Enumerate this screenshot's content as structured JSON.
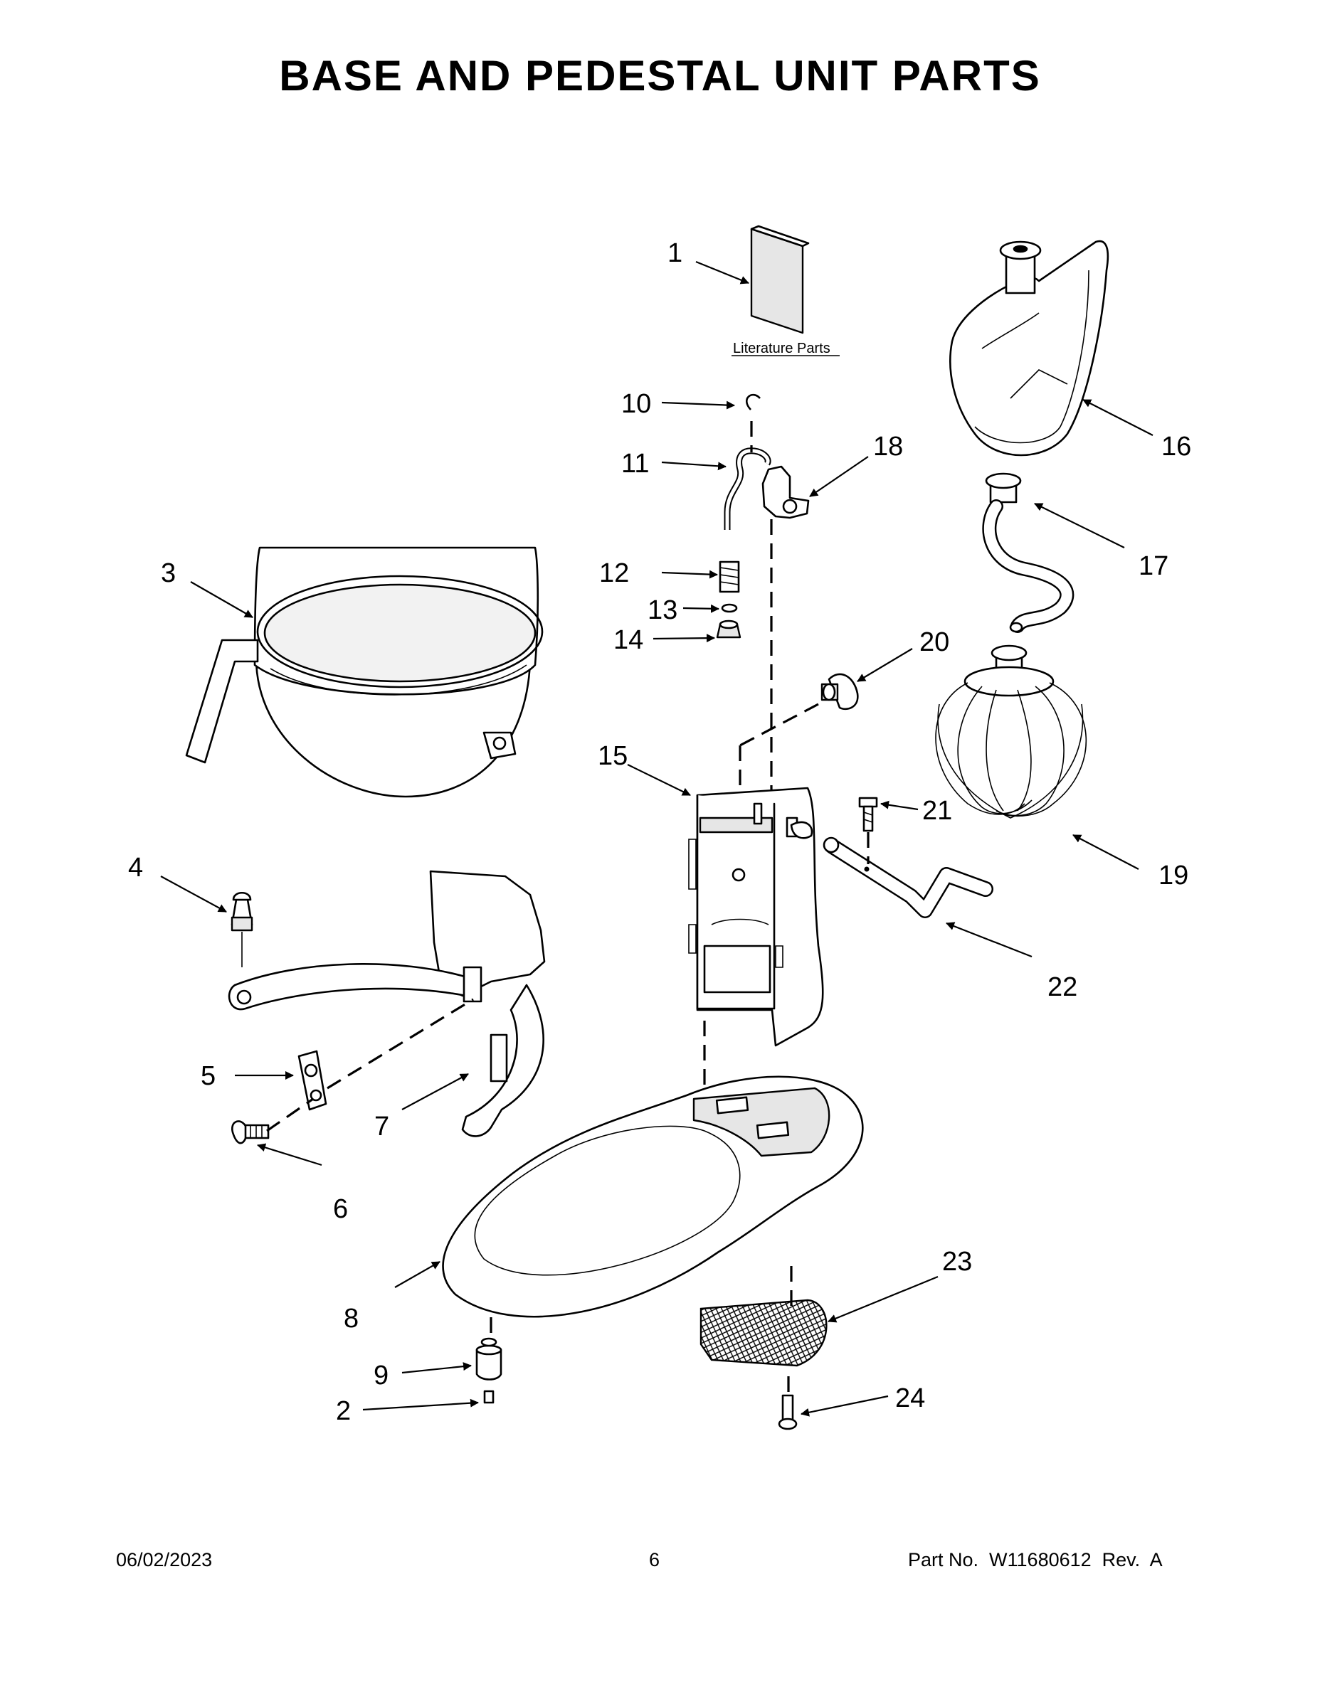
{
  "title": "BASE AND PEDESTAL UNIT PARTS",
  "literature_label": "Literature Parts",
  "callouts": [
    "1",
    "2",
    "3",
    "4",
    "5",
    "6",
    "7",
    "8",
    "9",
    "10",
    "11",
    "12",
    "13",
    "14",
    "15",
    "16",
    "17",
    "18",
    "19",
    "20",
    "21",
    "22",
    "23",
    "24"
  ],
  "footer": {
    "date": "06/02/2023",
    "page": "6",
    "part_no": "Part No.  W11680612  Rev.  A"
  }
}
